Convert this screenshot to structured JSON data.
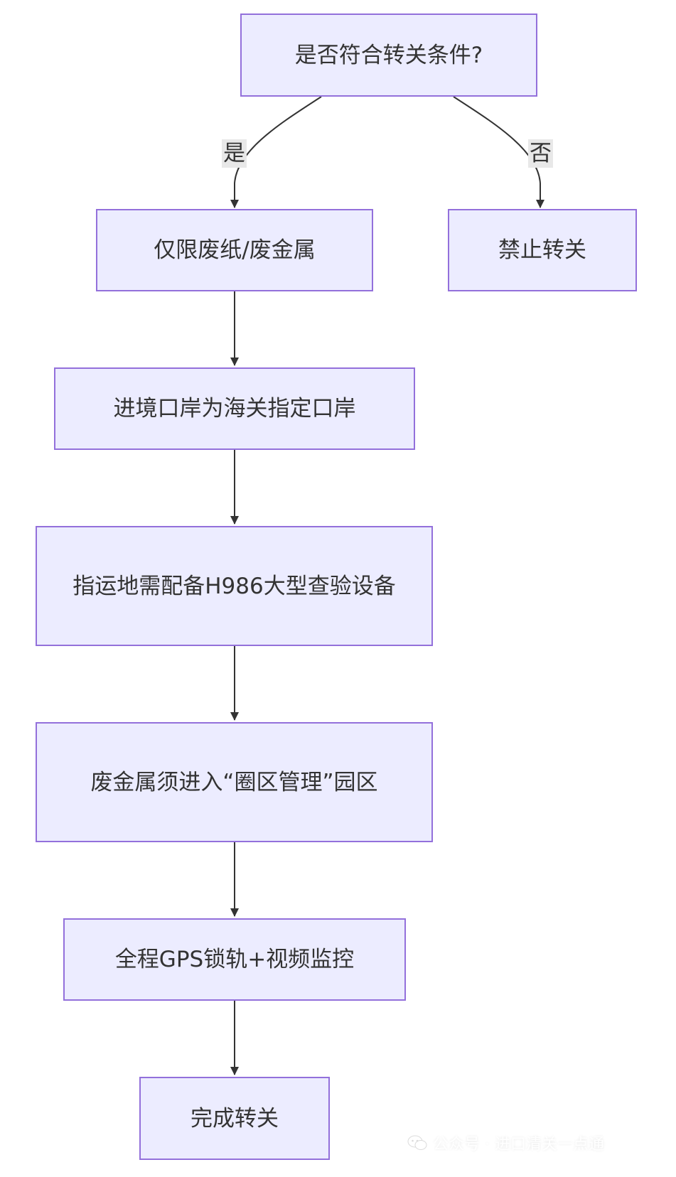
{
  "diagram": {
    "type": "flowchart",
    "nodes": {
      "decision": "是否符合转关条件?",
      "scrap": "仅限废纸/废金属",
      "port": "进境口岸为海关指定口岸",
      "equipment": "指运地需配备H986大型查验设备",
      "zone": "废金属须进入“圈区管理”园区",
      "gps": "全程GPS锁轨+视频监控",
      "done": "完成转关",
      "forbid": "禁止转关"
    },
    "edge_labels": {
      "yes": "是",
      "no": "否"
    },
    "edges": [
      {
        "from": "decision",
        "to": "scrap",
        "label": "是"
      },
      {
        "from": "decision",
        "to": "forbid",
        "label": "否"
      },
      {
        "from": "scrap",
        "to": "port"
      },
      {
        "from": "port",
        "to": "equipment"
      },
      {
        "from": "equipment",
        "to": "zone"
      },
      {
        "from": "zone",
        "to": "gps"
      },
      {
        "from": "gps",
        "to": "done"
      }
    ]
  },
  "watermark": {
    "text": "公众号 · 进口清关一点通",
    "icon": "wechat-icon"
  },
  "colors": {
    "node_fill": "#ececff",
    "node_border": "#9370db",
    "edge": "#333333",
    "label_bg": "#e8e8e8"
  }
}
